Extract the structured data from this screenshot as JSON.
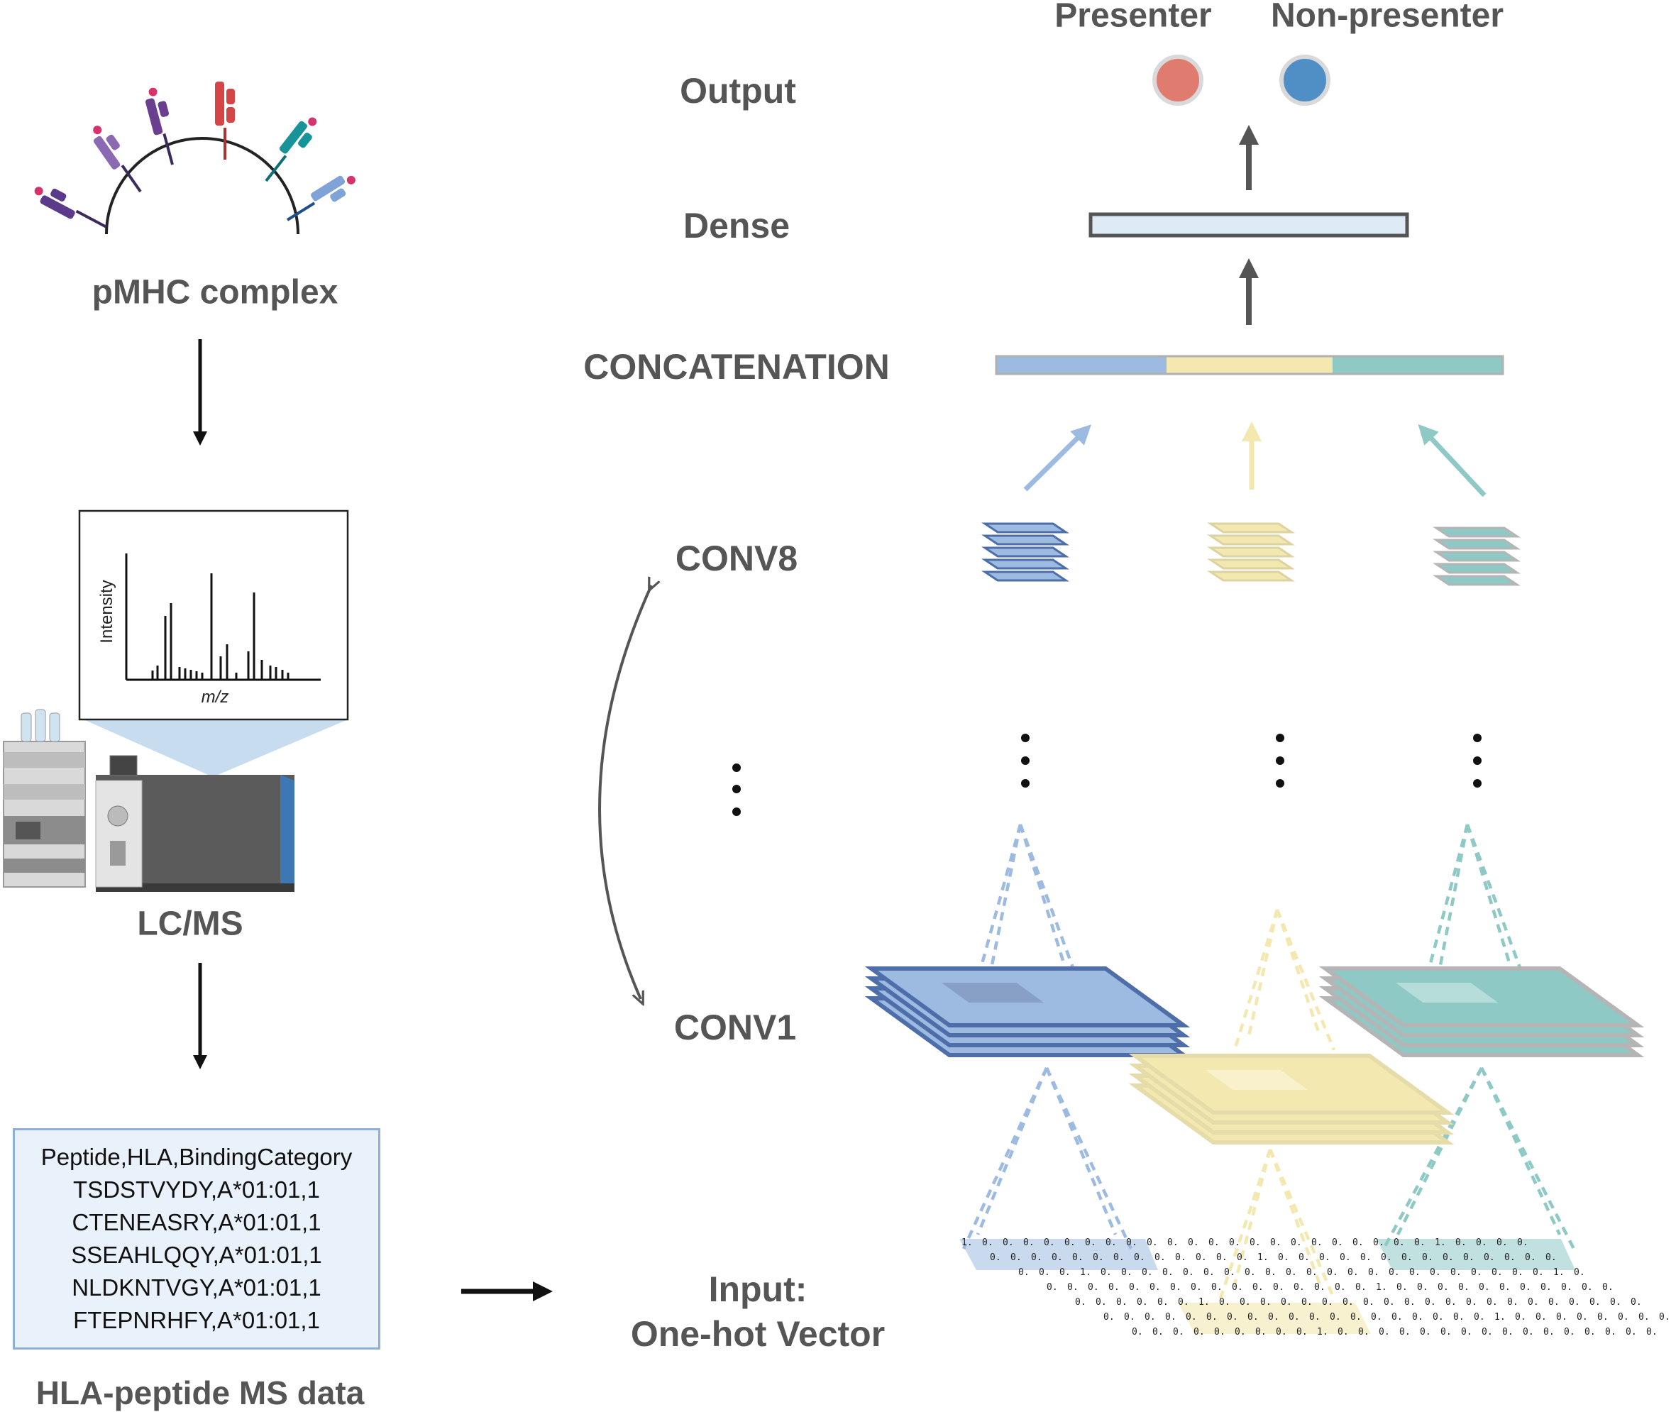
{
  "labels": {
    "pmhc": "pMHC complex",
    "lcms": "LC/MS",
    "ms_data": "HLA-peptide MS data",
    "output": "Output",
    "dense": "Dense",
    "concat": "CONCATENATION",
    "conv8": "CONV8",
    "conv1": "CONV1",
    "input_line1": "Input:",
    "input_line2": "One-hot Vector",
    "presenter": "Presenter",
    "non_presenter": "Non-presenter"
  },
  "spectrum": {
    "ylabel": "Intensity",
    "xlabel": "m/z"
  },
  "csv": {
    "header": "Peptide,HLA,BindingCategory",
    "rows": [
      "TSDSTVYDY,A*01:01,1",
      "CTENEASRY,A*01:01,1",
      "SSEAHLQQY,A*01:01,1",
      "NLDKNTVGY,A*01:01,1",
      "FTEPNRHFY,A*01:01,1"
    ]
  },
  "colors": {
    "presenter": "#e07b6f",
    "non_presenter": "#4f8fc5",
    "branch_blue": "#9dbbe0",
    "branch_yellow": "#f3e8b0",
    "branch_teal": "#8ec9c6",
    "blue_edge": "#4d6ea8",
    "label_gray": "#555555"
  },
  "icons": [
    "pmhc-complex-icon",
    "lc-ms-instrument-icon",
    "mass-spectrum-icon",
    "one-hot-grid-icon"
  ]
}
